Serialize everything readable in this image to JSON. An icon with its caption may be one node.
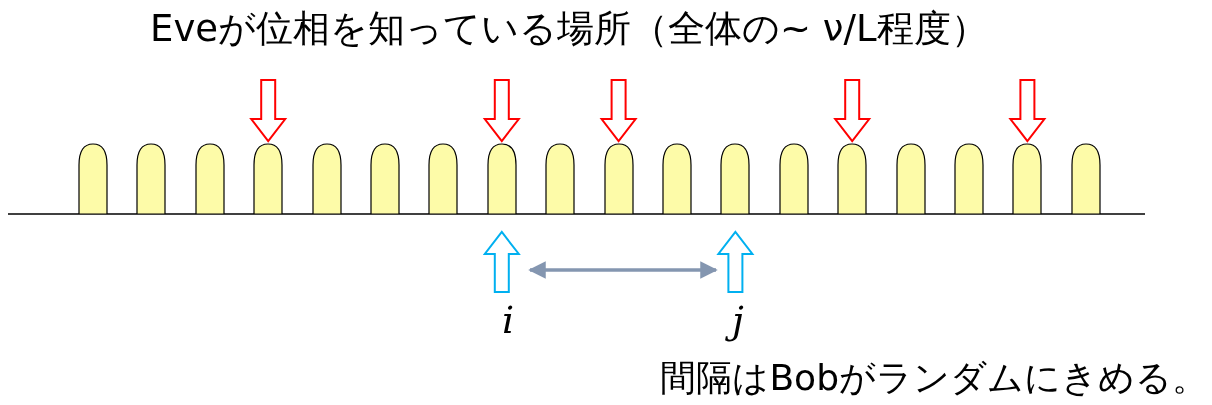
{
  "diagram": {
    "nodes": [
      {
        "text": [],
        "shape": "pulse"
      },
      {
        "text": [],
        "shape": "pulse"
      },
      {
        "text": [],
        "shape": "pulse"
      },
      {
        "text": [],
        "shape": "pulse"
      },
      {
        "text": [],
        "shape": "pulse"
      },
      {
        "text": [],
        "shape": "pulse"
      },
      {
        "text": [],
        "shape": "pulse"
      },
      {
        "text": [],
        "shape": "pulse"
      },
      {
        "text": [],
        "shape": "pulse"
      },
      {
        "text": [],
        "shape": "pulse"
      },
      {
        "text": [],
        "shape": "pulse"
      },
      {
        "text": [],
        "shape": "pulse"
      },
      {
        "text": [],
        "shape": "pulse"
      },
      {
        "text": [],
        "shape": "pulse"
      },
      {
        "text": [],
        "shape": "pulse"
      },
      {
        "text": [],
        "shape": "pulse"
      },
      {
        "text": [],
        "shape": "pulse"
      },
      {
        "text": [],
        "shape": "pulse"
      },
      {
        "text": [
          "i"
        ]
      },
      {
        "text": [
          "j"
        ]
      }
    ],
    "edges": [
      {
        "from": null,
        "to": 3,
        "arrow": "to",
        "color": "#ff0000"
      },
      {
        "from": null,
        "to": 7,
        "arrow": "to",
        "color": "#ff0000"
      },
      {
        "from": null,
        "to": 9,
        "arrow": "to",
        "color": "#ff0000"
      },
      {
        "from": null,
        "to": 13,
        "arrow": "to",
        "color": "#ff0000"
      },
      {
        "from": null,
        "to": 16,
        "arrow": "to",
        "color": "#ff0000"
      },
      {
        "from": 18,
        "to": 7,
        "arrow": "to",
        "color": "#00b0f0"
      },
      {
        "from": 19,
        "to": 11,
        "arrow": "to",
        "color": "#00b0f0"
      },
      {
        "from": 18,
        "to": 19,
        "arrow": "both",
        "color": "#8496b0"
      }
    ],
    "labels": [
      "Eveが位相を知っている場所（全体の~ ν/L程度）",
      "間隔はBobがランダムにきめる。"
    ]
  }
}
